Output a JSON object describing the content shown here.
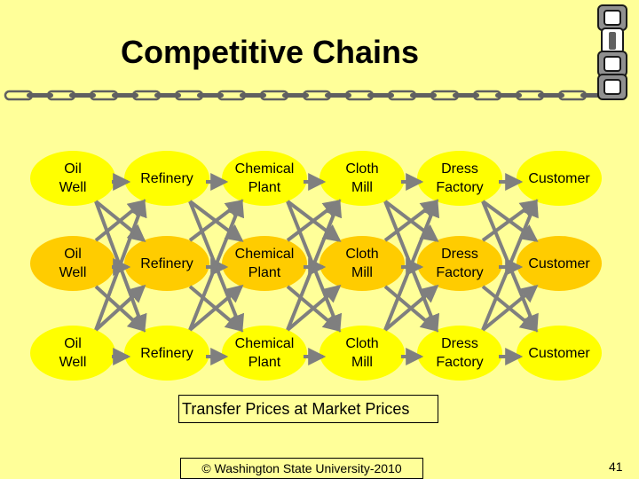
{
  "title": "Competitive Chains",
  "colors": {
    "background": "#FFFF99",
    "light_node": "#FFFF00",
    "middle_node": "#FFCC00",
    "arrow": "#7F7F7F",
    "chain_icon": "#606060"
  },
  "rows": [
    {
      "nodes": [
        "Oil\nWell",
        "Refinery",
        "Chemical\nPlant",
        "Cloth\nMill",
        "Dress\nFactory",
        "Customer"
      ]
    },
    {
      "nodes": [
        "Oil\nWell",
        "Refinery",
        "Chemical\nPlant",
        "Cloth\nMill",
        "Dress\nFactory",
        "Customer"
      ]
    },
    {
      "nodes": [
        "Oil\nWell",
        "Refinery",
        "Chemical\nPlant",
        "Cloth\nMill",
        "Dress\nFactory",
        "Customer"
      ]
    }
  ],
  "caption": "Transfer Prices at Market Prices",
  "footer": "© Washington State University-2010",
  "page_number": "41",
  "icons": [
    "chain-divider-icon",
    "chain-icon"
  ]
}
